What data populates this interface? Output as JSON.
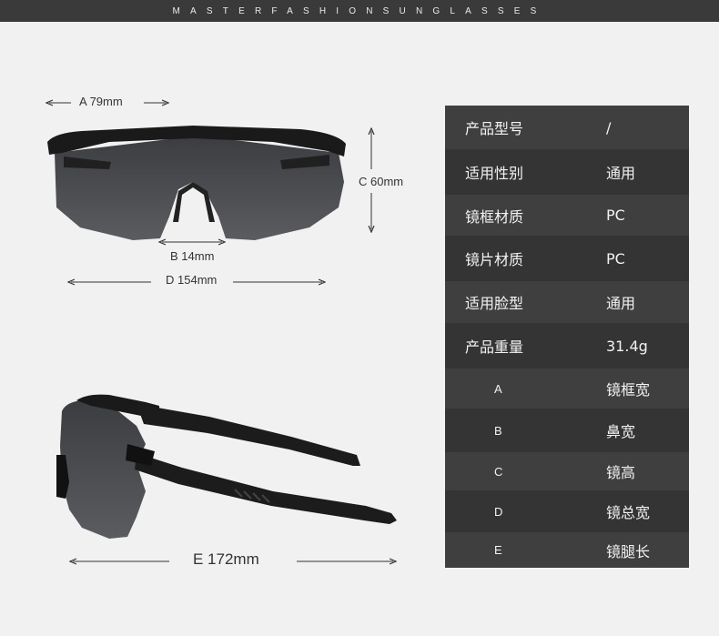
{
  "header": {
    "brand_text": "MASTERFASHIONSUNGLASSES"
  },
  "dimensions": {
    "a": "A 79mm",
    "b": "B 14mm",
    "c": "C 60mm",
    "d": "D 154mm",
    "e": "E 172mm"
  },
  "spec_table": {
    "rows": [
      {
        "label": "产品型号",
        "value": "/"
      },
      {
        "label": "适用性别",
        "value": "通用"
      },
      {
        "label": "镜框材质",
        "value": "PC"
      },
      {
        "label": "镜片材质",
        "value": "PC"
      },
      {
        "label": "适用脸型",
        "value": "通用"
      },
      {
        "label": "产品重量",
        "value": "31.4g"
      },
      {
        "label": "A",
        "value": "镜框宽"
      },
      {
        "label": "B",
        "value": "鼻宽"
      },
      {
        "label": "C",
        "value": "镜高"
      },
      {
        "label": "D",
        "value": "镜总宽"
      },
      {
        "label": "E",
        "value": "镜腿长"
      }
    ]
  },
  "colors": {
    "background": "#f1f1f1",
    "topbar": "#3a3a3a",
    "table_light": "#3f3f3f",
    "table_dark": "#343434",
    "frame": "#1a1a1a",
    "lens": "#4a4c4f"
  },
  "icons": [
    "sunglasses-front-illustration",
    "sunglasses-side-illustration"
  ]
}
